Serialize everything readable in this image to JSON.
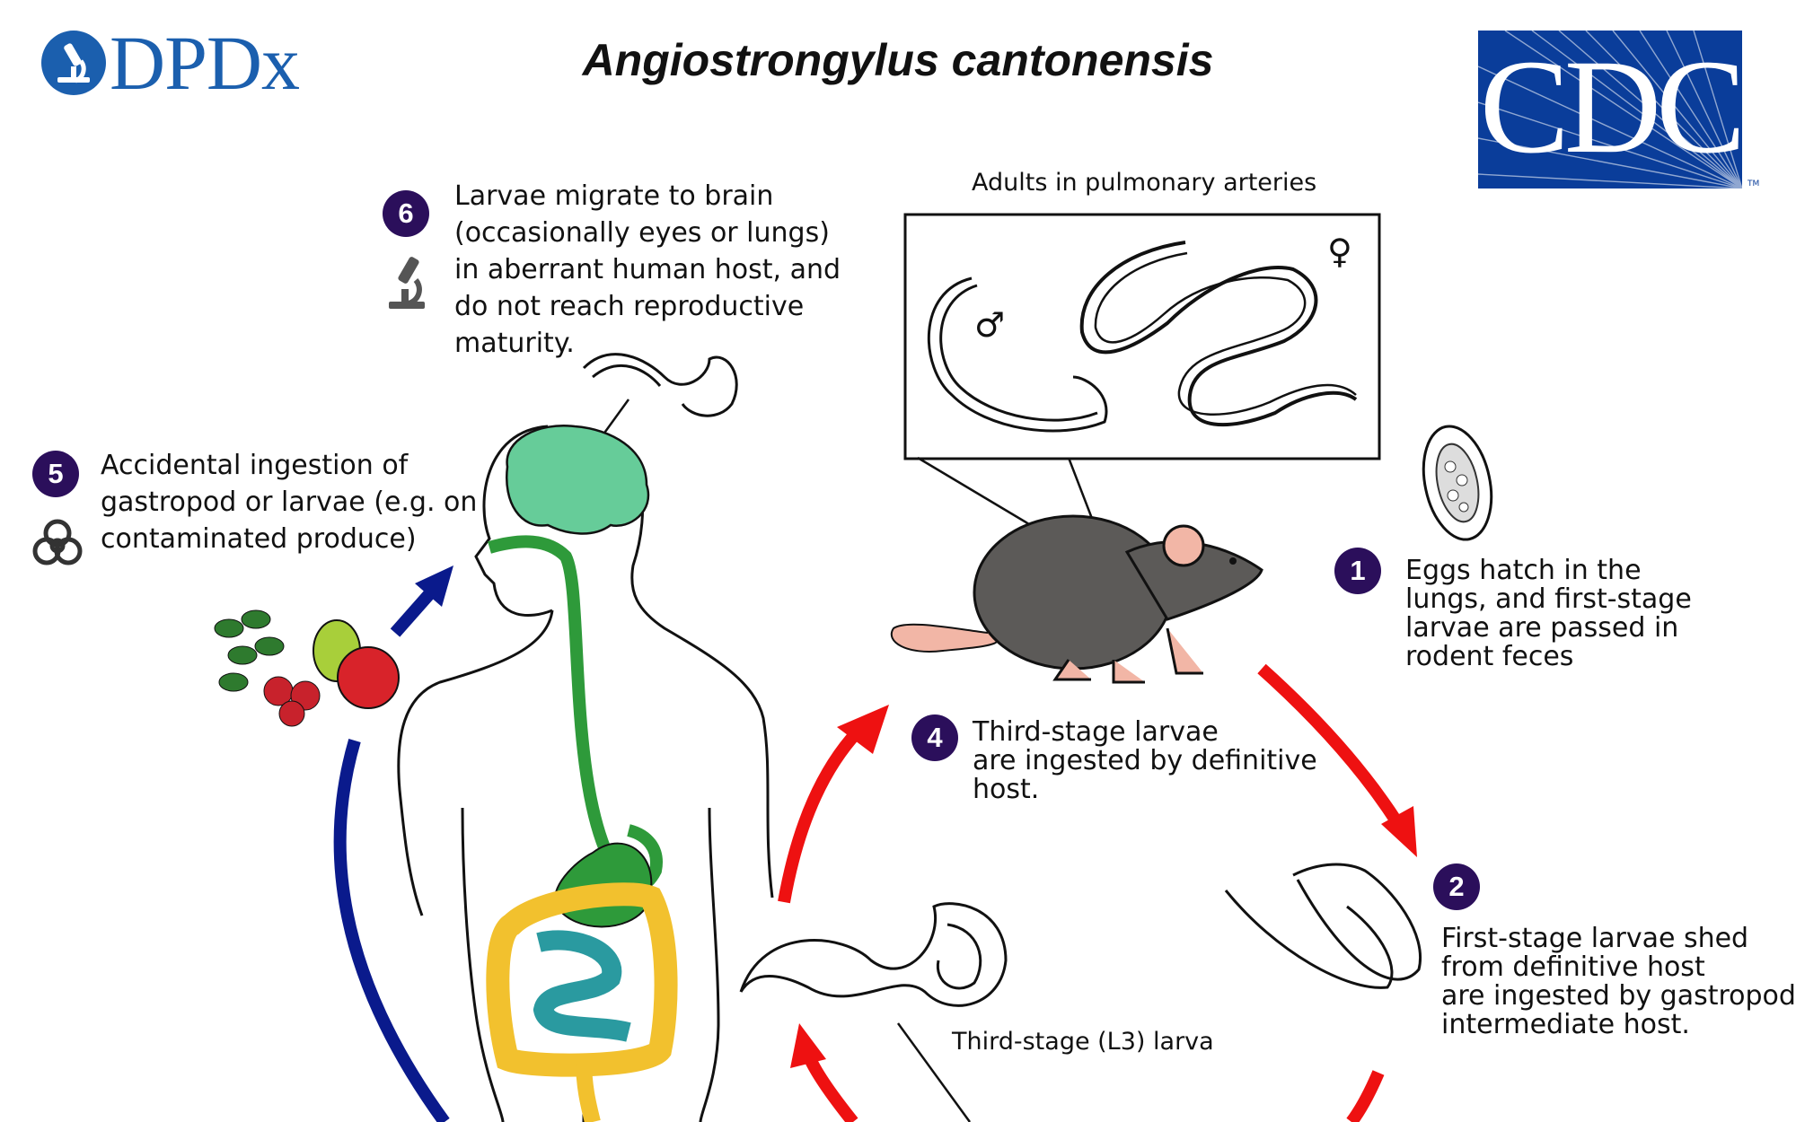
{
  "header": {
    "dpdx_logo": "DPDx",
    "title": "Angiostrongylus cantonensis",
    "cdc_logo": "CDC",
    "cdc_trademark": "TM"
  },
  "labels": {
    "adults": "Adults in pulmonary arteries",
    "male_symbol": "♂",
    "female_symbol": "♀",
    "l3_larva": "Third-stage (L3) larva"
  },
  "steps": [
    {
      "number": "1",
      "lines": [
        "Eggs hatch in the",
        "lungs, and first-stage",
        "larvae are passed in",
        "rodent feces"
      ]
    },
    {
      "number": "2",
      "lines": [
        "First-stage larvae shed",
        "from definitive host",
        "are ingested by gastropod",
        "intermediate host."
      ]
    },
    {
      "number": "4",
      "lines": [
        "Third-stage larvae",
        "are ingested by definitive",
        "host."
      ]
    },
    {
      "number": "5",
      "lines": [
        "Accidental ingestion of",
        "gastropod or larvae (e.g. on",
        "contaminated produce)"
      ]
    },
    {
      "number": "6",
      "lines": [
        "Larvae migrate to brain",
        "(occasionally eyes or lungs)",
        "in aberrant human host, and",
        "do not reach reproductive",
        "maturity."
      ]
    }
  ],
  "icons": [
    "microscope-icon",
    "biohazard-icon"
  ],
  "colors": {
    "badge": "#2b0f5b",
    "dpdx_blue": "#1b5fae",
    "cdc_blue": "#0a3d9a",
    "cycle_red": "#ee1111",
    "human_arrow_blue": "#0a1a8c",
    "brain": "#66cc99",
    "gut_green": "#2e9a3a",
    "colon_yellow": "#f2c12e",
    "small_intestine": "#2a9aa0",
    "rat_grey": "#5c5a58"
  }
}
